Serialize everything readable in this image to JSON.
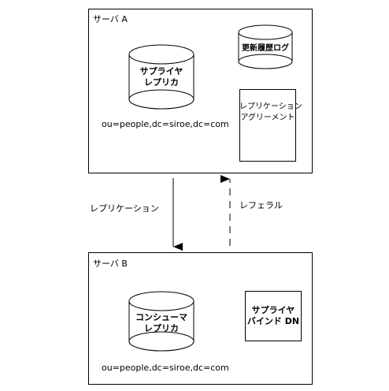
{
  "server_a": {
    "title": "サーバ A",
    "supplier_replica": {
      "line1": "サプライヤ",
      "line2": "レプリカ",
      "suffix": "ou=people,dc=siroe,dc=com"
    },
    "changelog": {
      "label": "更新履歴ログ"
    },
    "agreement": {
      "line1": "レプリケーション",
      "line2": "アグリーメント"
    }
  },
  "server_b": {
    "title": "サーバ B",
    "consumer_replica": {
      "line1": "コンシューマ",
      "line2": "レプリカ",
      "suffix": "ou=people,dc=siroe,dc=com"
    },
    "bind_dn": {
      "line1": "サプライヤ",
      "line2": "バインド DN"
    }
  },
  "arrows": {
    "replication": "レプリケーション",
    "referral": "レフェラル"
  }
}
